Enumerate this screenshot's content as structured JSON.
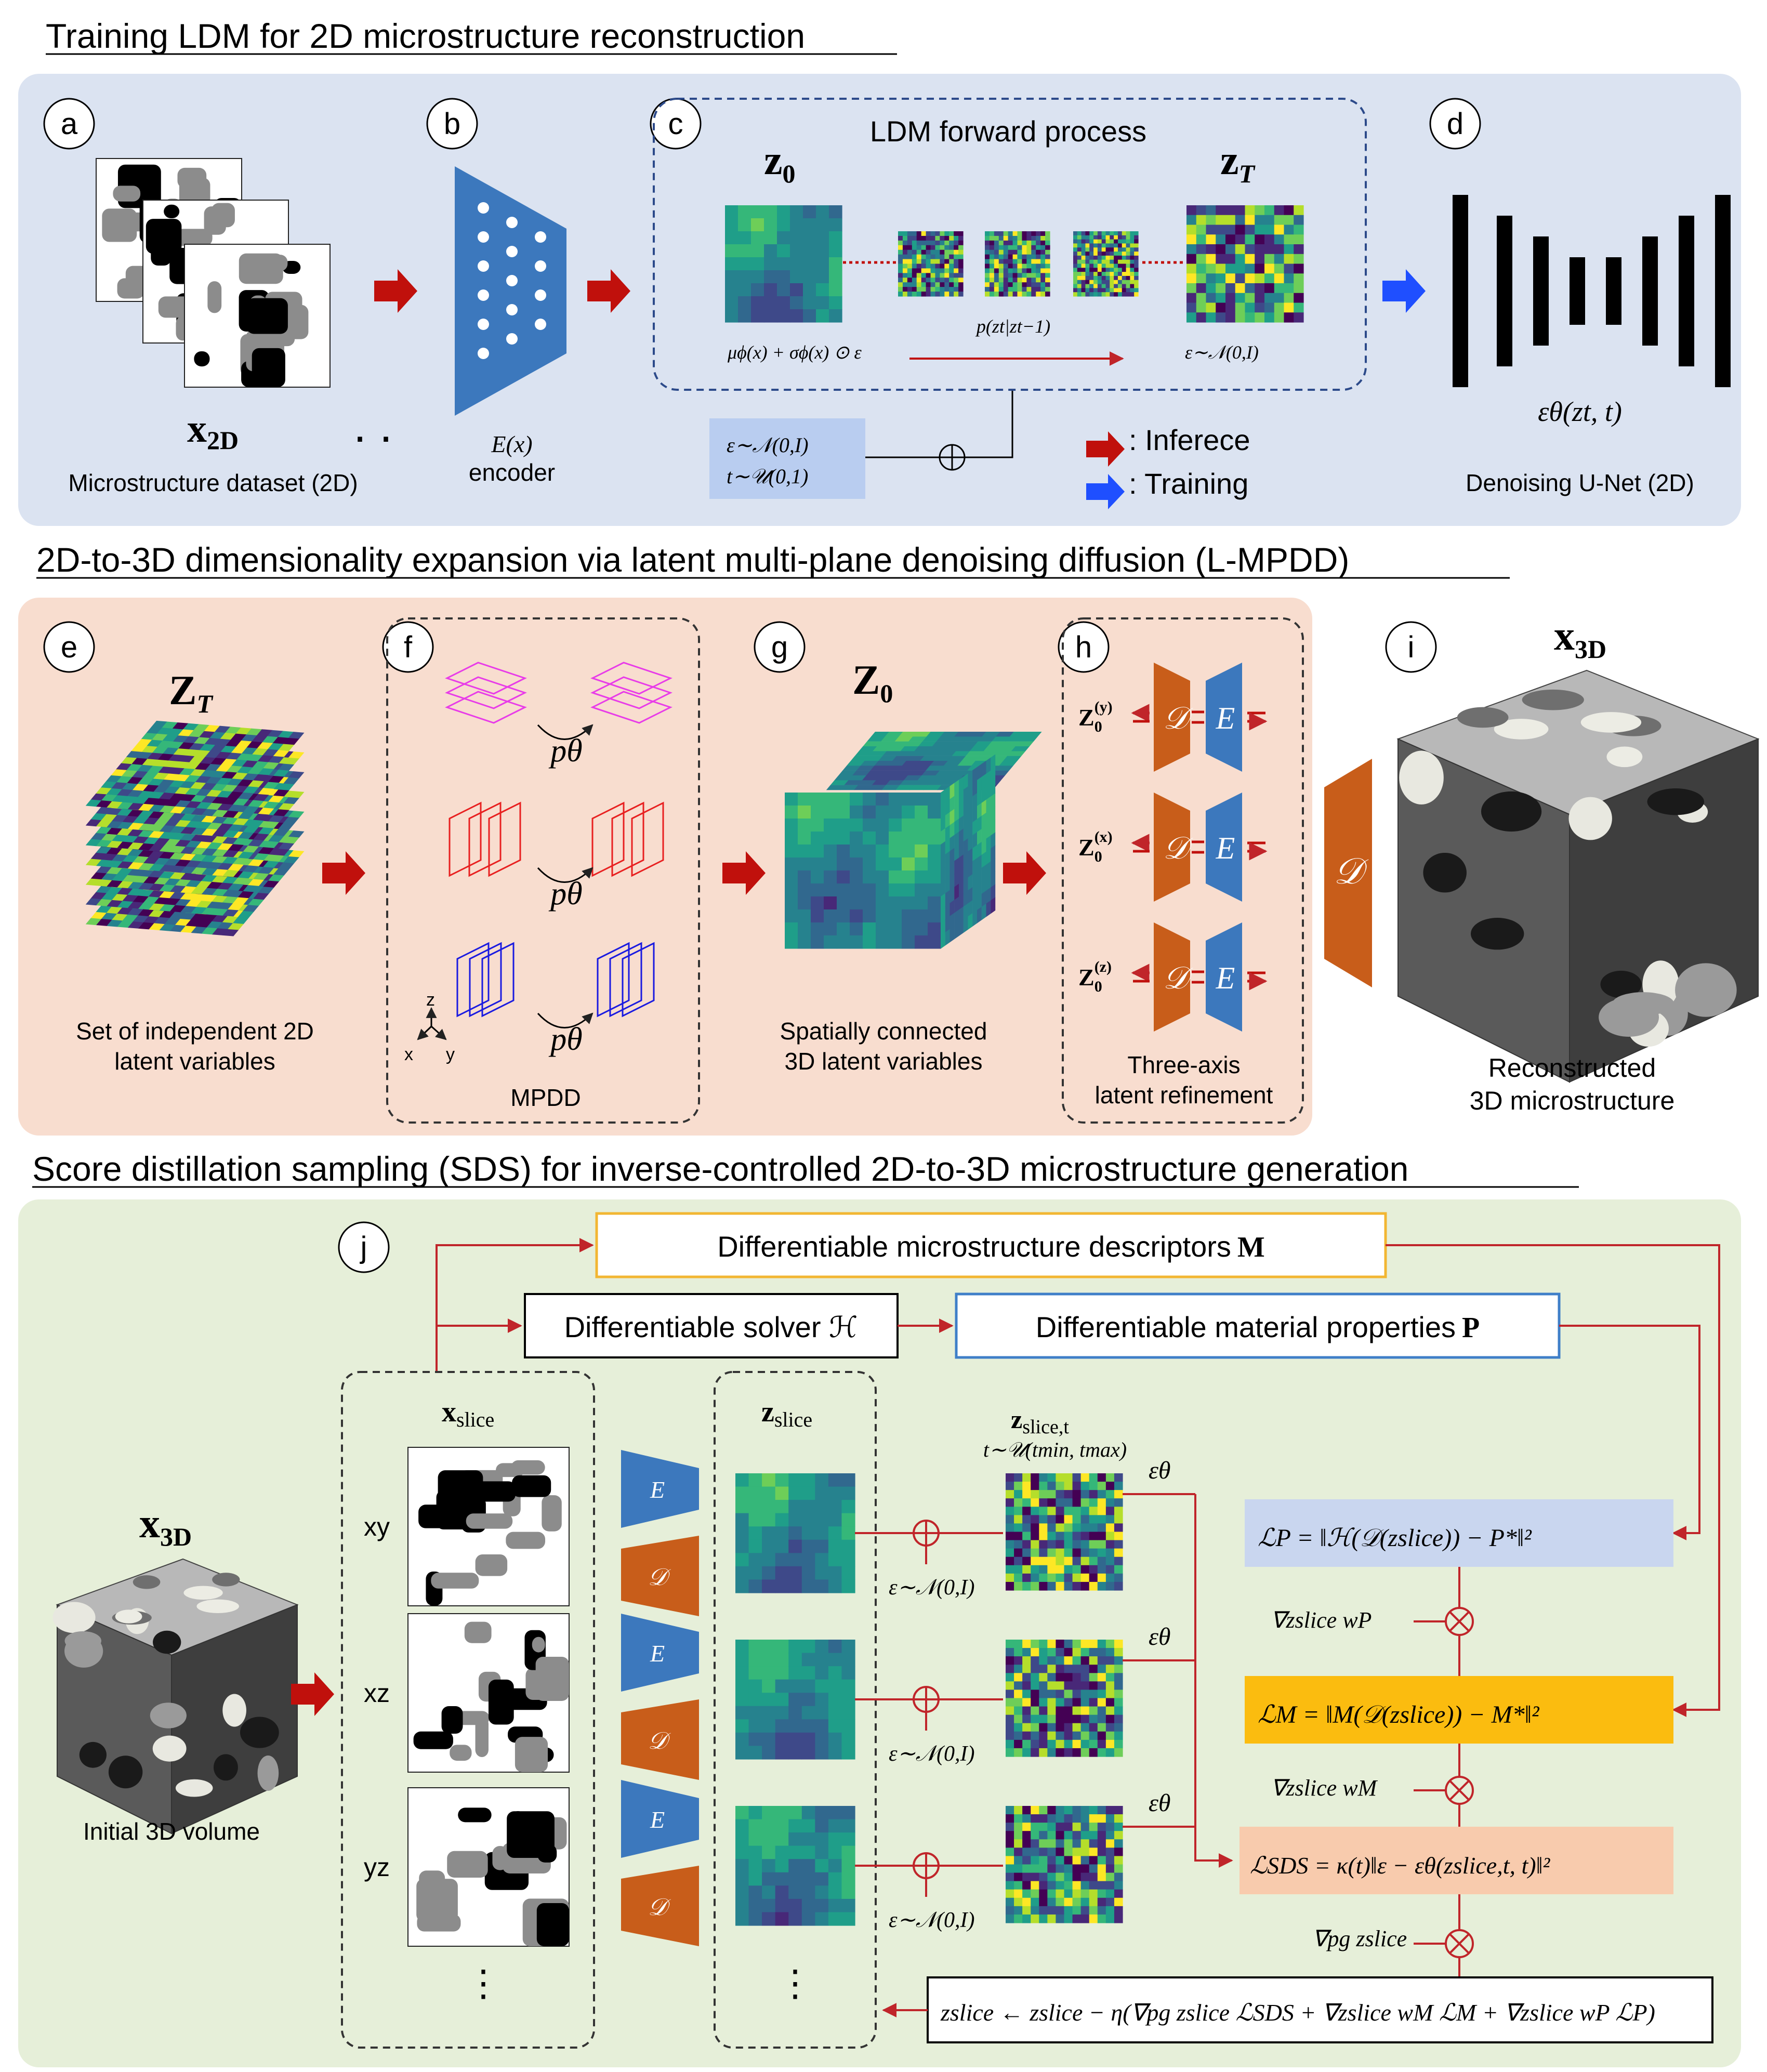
{
  "sections": {
    "top": "Training LDM for 2D microstructure reconstruction",
    "middle": "2D-to-3D dimensionality expansion via latent multi-plane denoising diffusion (L-MPDD)",
    "bottom": "Score distillation sampling (SDS) for inverse-controlled 2D-to-3D microstructure generation"
  },
  "panels": [
    "a",
    "b",
    "c",
    "d",
    "e",
    "f",
    "g",
    "h",
    "i",
    "j"
  ],
  "top": {
    "x2d": "x",
    "x2d_sub": "2D",
    "dataset_caption": "Microstructure dataset (2D)",
    "encoder_math": "E(x)",
    "encoder_label": "encoder",
    "forward_title": "LDM forward process",
    "z0": "z",
    "z0_sub": "0",
    "zT": "z",
    "zT_sub": "T",
    "z0_formula": "μϕ(x) + σϕ(x) ⊙ ε",
    "transition": "p(zt|zt−1)",
    "zT_formula": "ε∼𝒩(0,I)",
    "noise_box_1": "ε∼𝒩(0,I)",
    "noise_box_2": "t∼𝒰(0,1)",
    "legend_inference": ": Inferece",
    "legend_training": ": Training",
    "unet_formula": "εθ(zt, t)",
    "unet_caption": "Denoising U-Net (2D)"
  },
  "middle": {
    "ZT": "Z",
    "ZT_sub": "T",
    "ZT_caption_1": "Set of independent 2D",
    "ZT_caption_2": "latent variables",
    "p_theta": "pθ",
    "axes": [
      "z",
      "x",
      "y"
    ],
    "mpdd_caption": "MPDD",
    "Z0": "Z",
    "Z0_sub": "0",
    "Z0_caption_1": "Spatially connected",
    "Z0_caption_2": "3D latent variables",
    "refine_rows": [
      {
        "label": "Z",
        "sub": "0",
        "sup": "(y)"
      },
      {
        "label": "Z",
        "sub": "0",
        "sup": "(x)"
      },
      {
        "label": "Z",
        "sub": "0",
        "sup": "(z)"
      }
    ],
    "D": "𝒟",
    "E": "E",
    "refine_caption_1": "Three-axis",
    "refine_caption_2": "latent refinement",
    "x3d": "x",
    "x3d_sub": "3D",
    "recon_caption_1": "Reconstructed",
    "recon_caption_2": "3D microstructure"
  },
  "bottom": {
    "descriptors_box": "Differentiable microstructure descriptors",
    "descriptors_sym": "M",
    "solver_box": "Differentiable solver ℋ",
    "properties_box": "Differentiable material properties",
    "properties_sym": "P",
    "xslice": "x",
    "xslice_sub": "slice",
    "zslice": "z",
    "zslice_sub": "slice",
    "zslice_t": "z",
    "zslice_t_sub": "slice,t",
    "t_sampling": "t∼𝒰(tmin, tmax)",
    "x3d": "x",
    "x3d_sub": "3D",
    "init_caption": "Initial 3D volume",
    "planes": [
      "xy",
      "xz",
      "yz"
    ],
    "noise": "ε∼𝒩(0,I)",
    "eps_theta": "εθ",
    "E": "E",
    "D": "𝒟",
    "ellipsis": "⋮",
    "loss_P": "ℒP = ‖ℋ(𝒟(zslice)) − P*‖²",
    "loss_M": "ℒM = ‖M(𝒟(zslice)) − M*‖²",
    "loss_SDS": "ℒSDS = κ(t)‖ε − εθ(zslice,t, t)‖²",
    "grad_P": "∇zslice wP",
    "grad_M": "∇zslice wM",
    "grad_SDS": "∇pg zslice",
    "update_rule": "zslice ← zslice − η(∇pg zslice ℒSDS + ∇zslice wM ℒM + ∇zslice wP ℒP)"
  },
  "colors": {
    "top_panel": "#dbe3f1",
    "middle_panel": "#f8ddcf",
    "bottom_panel": "#e6efd9",
    "red_arrow": "#c0100c",
    "blue_arrow": "#1f4fff",
    "encoder_blue": "#3c78bd",
    "decoder_orange": "#c85d1a",
    "mpdd_magenta": "#e83ce8",
    "mpdd_red": "#e82020",
    "mpdd_blue": "#1a1ae0",
    "loss_P_bg": "#c9d6ef",
    "loss_M_bg": "#fbbc0f",
    "loss_SDS_bg": "#f8cbad",
    "descriptor_border": "#f2b632",
    "properties_border": "#3f7fc8",
    "wire_red": "#c0252a"
  }
}
